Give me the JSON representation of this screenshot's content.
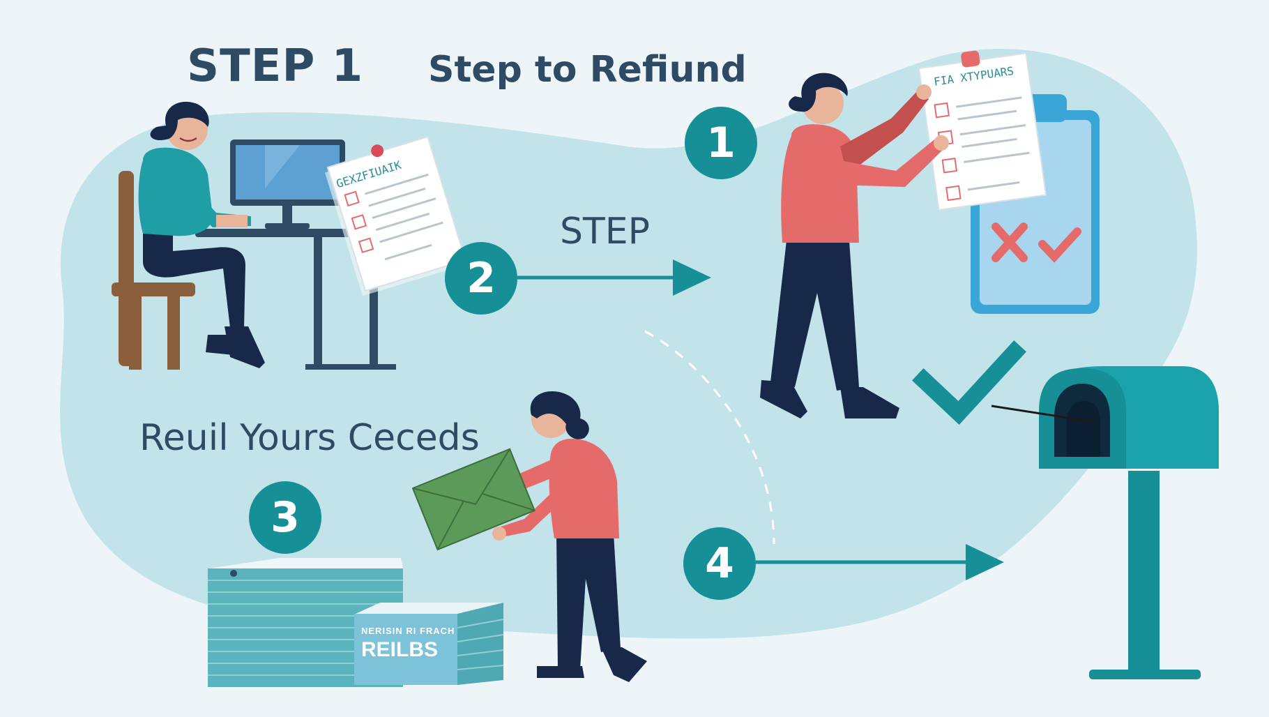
{
  "heading": "STEP 1",
  "title": "Step to Refiund",
  "arrow_label": "STEP",
  "records_label": "Reuil Yours Ceceds",
  "badges": [
    "1",
    "2",
    "3",
    "4"
  ],
  "laptop_form_title": "GEXZFIUAIK",
  "held_form_title": "FIA XTYPUARS",
  "box_label_small": "NERISIN RI FRACH",
  "box_label_large": "REILBS",
  "colors": {
    "background": "#eef5f8",
    "blob": "#c3e3ea",
    "teal": "#168f97",
    "text": "#2f4b63",
    "shirt_red": "#e56b6b",
    "pants_navy": "#182848",
    "envelope": "#5c9a5a"
  }
}
